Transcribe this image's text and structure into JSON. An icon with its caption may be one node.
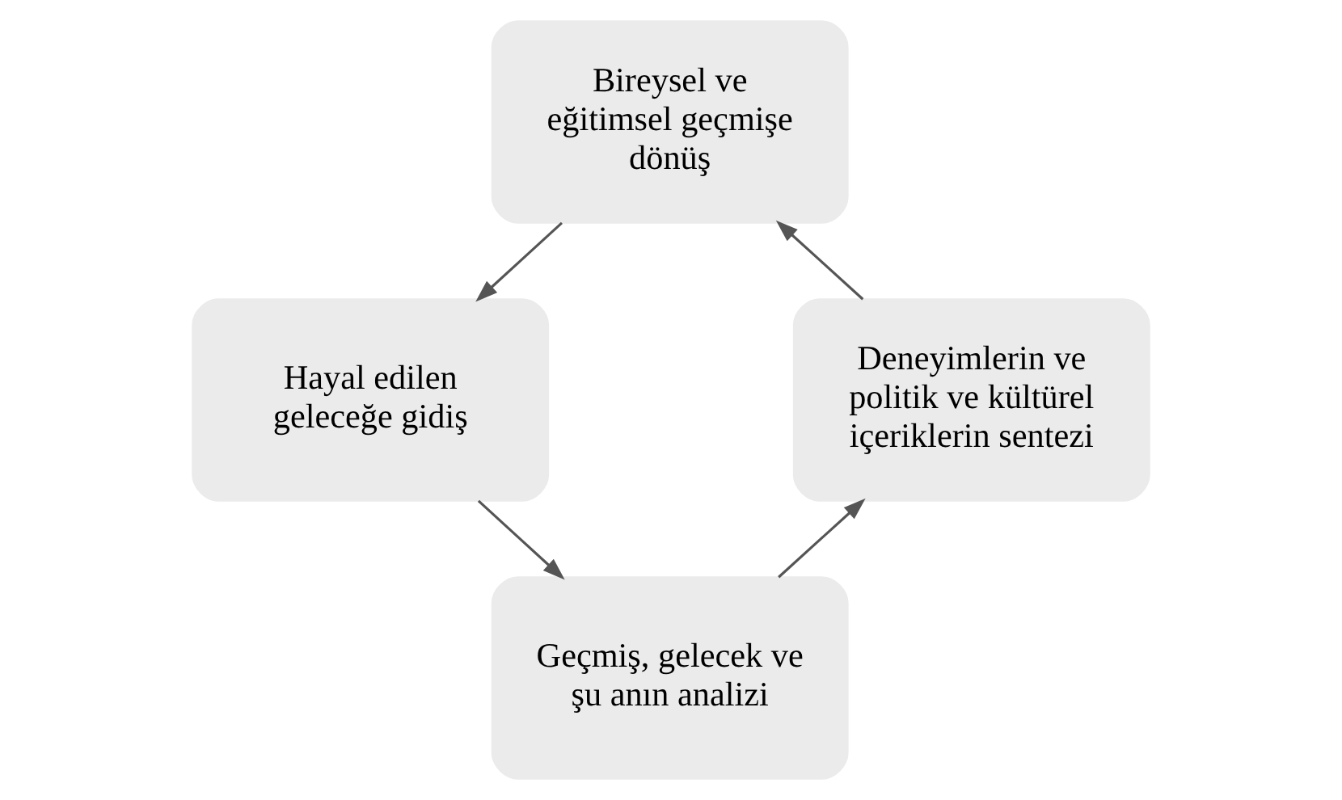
{
  "diagram": {
    "nodes": [
      {
        "text": [
          "Bireysel ve eğitimsel geçmişe dönüş"
        ]
      },
      {
        "text": [
          "Hayal edilen geleceğe gidiş"
        ]
      },
      {
        "text": [
          "Geçmiş, gelecek ve şu anın analizi"
        ]
      },
      {
        "text": [
          "Deneyimlerin ve politik ve kültürel içeriklerin sentezi"
        ]
      }
    ],
    "edges": [
      {
        "from": 0,
        "to": 1,
        "arrow": "to"
      },
      {
        "from": 1,
        "to": 2,
        "arrow": "to"
      },
      {
        "from": 2,
        "to": 3,
        "arrow": "to"
      },
      {
        "from": 3,
        "to": 0,
        "arrow": "to"
      }
    ]
  }
}
